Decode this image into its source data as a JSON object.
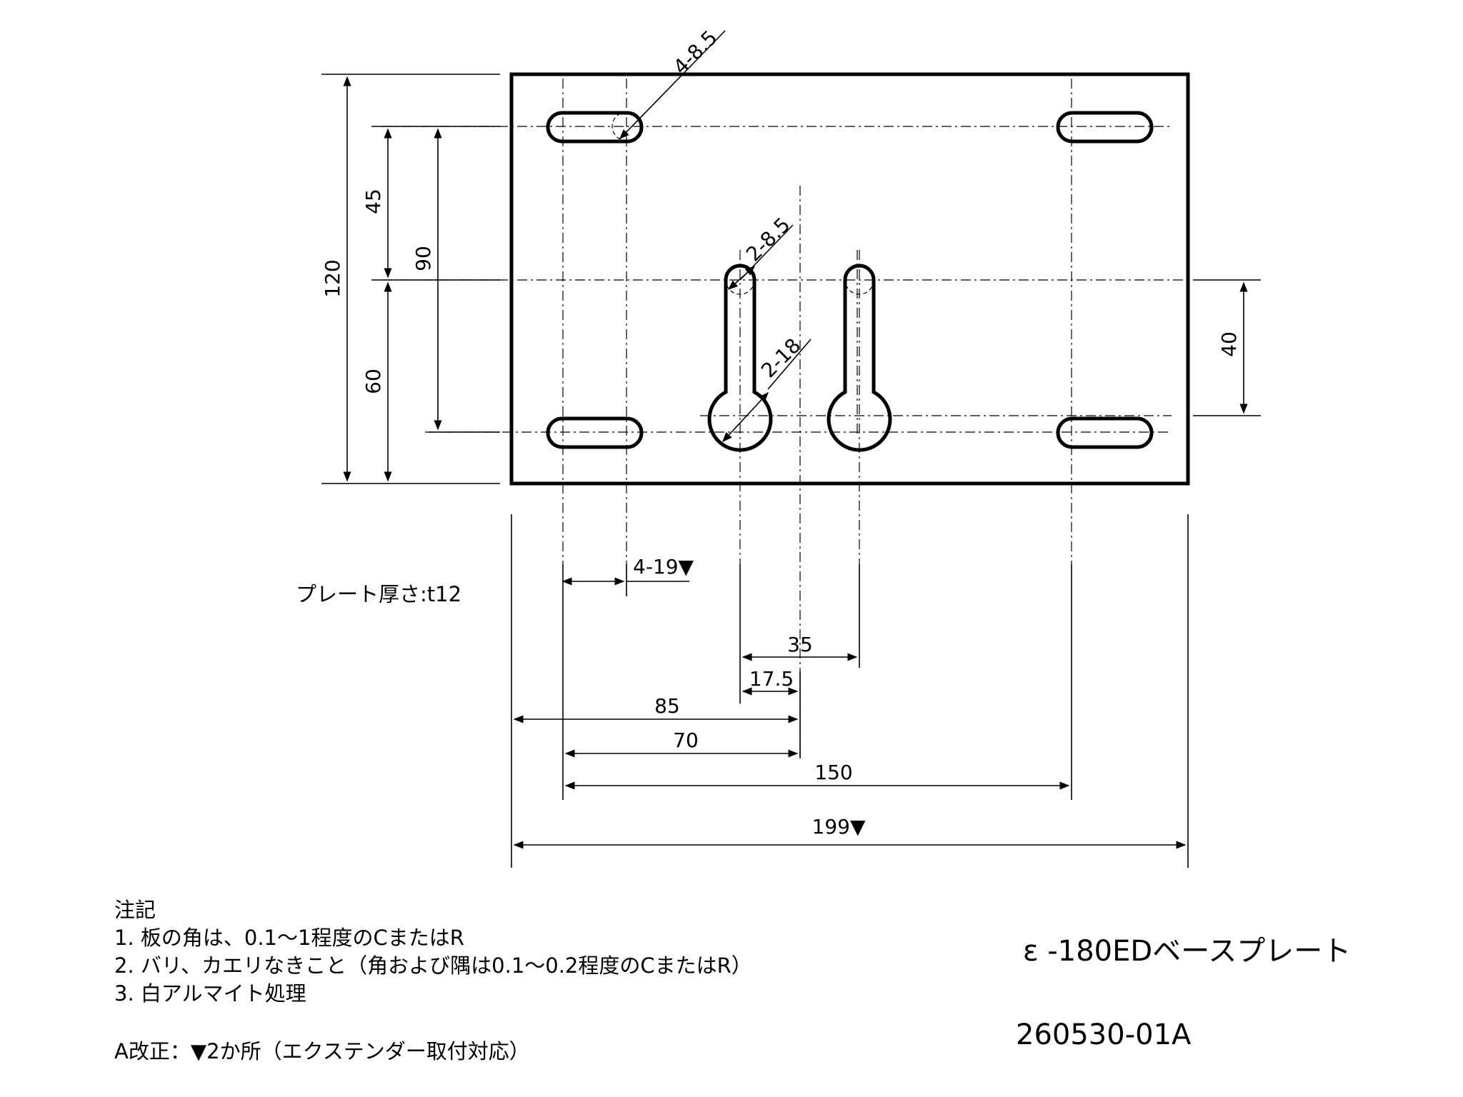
{
  "drawing": {
    "dimensions": {
      "slot_corner": "4-8.5",
      "slot_key_top": "2-8.5",
      "slot_key_circle": "2-18",
      "height_total": "120",
      "height_upper": "45",
      "height_lower": "60",
      "hole_pitch_vertical": "90",
      "right_offset": "40",
      "left_offset": "4-19▼",
      "key_pitch": "35",
      "key_half": "17.5",
      "key_from_edge": "85",
      "key_from_hole": "70",
      "hole_pitch_horizontal": "150",
      "width_total": "199▼"
    },
    "thickness": "プレート厚さ:t12"
  },
  "notes": {
    "heading": "注記",
    "items": [
      "1. 板の角は、0.1～1程度のCまたはR",
      "2. バリ、カエリなきこと（角および隅は0.1～0.2程度のCまたはR）",
      "3. 白アルマイト処理"
    ],
    "revision": "A改正：▼2か所（エクステンダー取付対応）"
  },
  "title_block": {
    "title": "ε -180EDベースプレート",
    "drawing_number": "260530-01A"
  }
}
